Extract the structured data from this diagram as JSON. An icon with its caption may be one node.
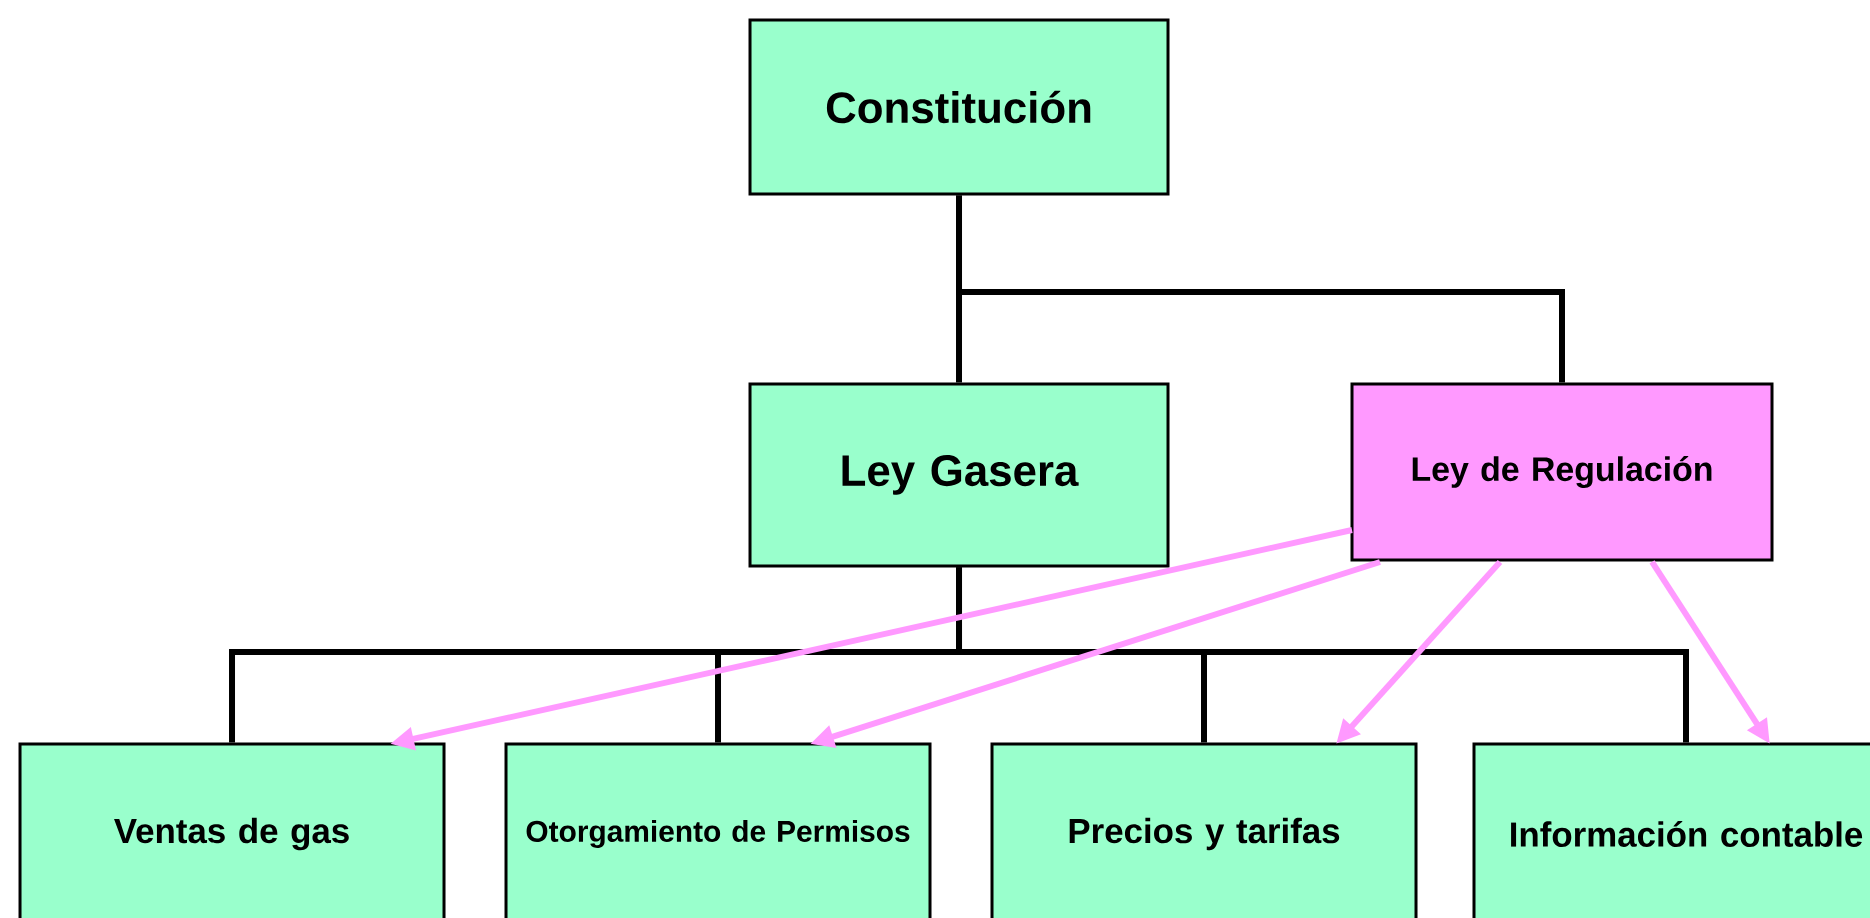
{
  "diagram": {
    "nodes": [
      {
        "text": [
          "Constitución"
        ]
      },
      {
        "text": [
          "Ley Gasera"
        ]
      },
      {
        "text": [
          "Ley de Regulación"
        ]
      },
      {
        "text": [
          "Ventas de gas"
        ]
      },
      {
        "text": [
          "Otorgamiento de Permisos"
        ]
      },
      {
        "text": [
          "Precios y tarifas"
        ]
      },
      {
        "text": [
          "Información contable"
        ]
      }
    ],
    "edges": [
      {
        "from": 0,
        "to": 1,
        "arrow": "none"
      },
      {
        "from": 0,
        "to": 2,
        "arrow": "none"
      },
      {
        "from": 1,
        "to": 3,
        "arrow": "none"
      },
      {
        "from": 1,
        "to": 4,
        "arrow": "none"
      },
      {
        "from": 1,
        "to": 5,
        "arrow": "none"
      },
      {
        "from": 1,
        "to": 6,
        "arrow": "none"
      },
      {
        "from": 2,
        "to": 3,
        "arrow": "to",
        "color": "#ff99ff"
      },
      {
        "from": 2,
        "to": 4,
        "arrow": "to",
        "color": "#ff99ff"
      },
      {
        "from": 2,
        "to": 5,
        "arrow": "to",
        "color": "#ff99ff"
      },
      {
        "from": 2,
        "to": 6,
        "arrow": "to",
        "color": "#ff99ff"
      }
    ]
  }
}
